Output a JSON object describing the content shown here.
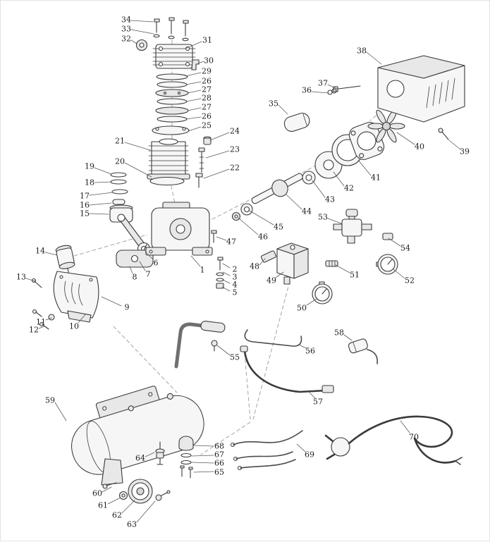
{
  "diagram": {
    "type": "exploded-parts-diagram",
    "subject": "air-compressor",
    "colors": {
      "background": "#ffffff",
      "line": "#3a3a3a",
      "label": "#1c1c1c"
    },
    "callouts": [
      "1",
      "2",
      "3",
      "4",
      "5",
      "6",
      "7",
      "8",
      "9",
      "10",
      "11",
      "12",
      "13",
      "14",
      "15",
      "16",
      "17",
      "18",
      "19",
      "20",
      "21",
      "22",
      "23",
      "24",
      "25",
      "26",
      "27",
      "28",
      "29",
      "30",
      "31",
      "32",
      "33",
      "34",
      "35",
      "36",
      "37",
      "38",
      "39",
      "40",
      "41",
      "42",
      "43",
      "44",
      "45",
      "46",
      "47",
      "48",
      "49",
      "50",
      "51",
      "52",
      "53",
      "54",
      "55",
      "56",
      "57",
      "58",
      "59",
      "60",
      "61",
      "62",
      "63",
      "64",
      "65",
      "66",
      "67",
      "68",
      "69",
      "70"
    ]
  }
}
